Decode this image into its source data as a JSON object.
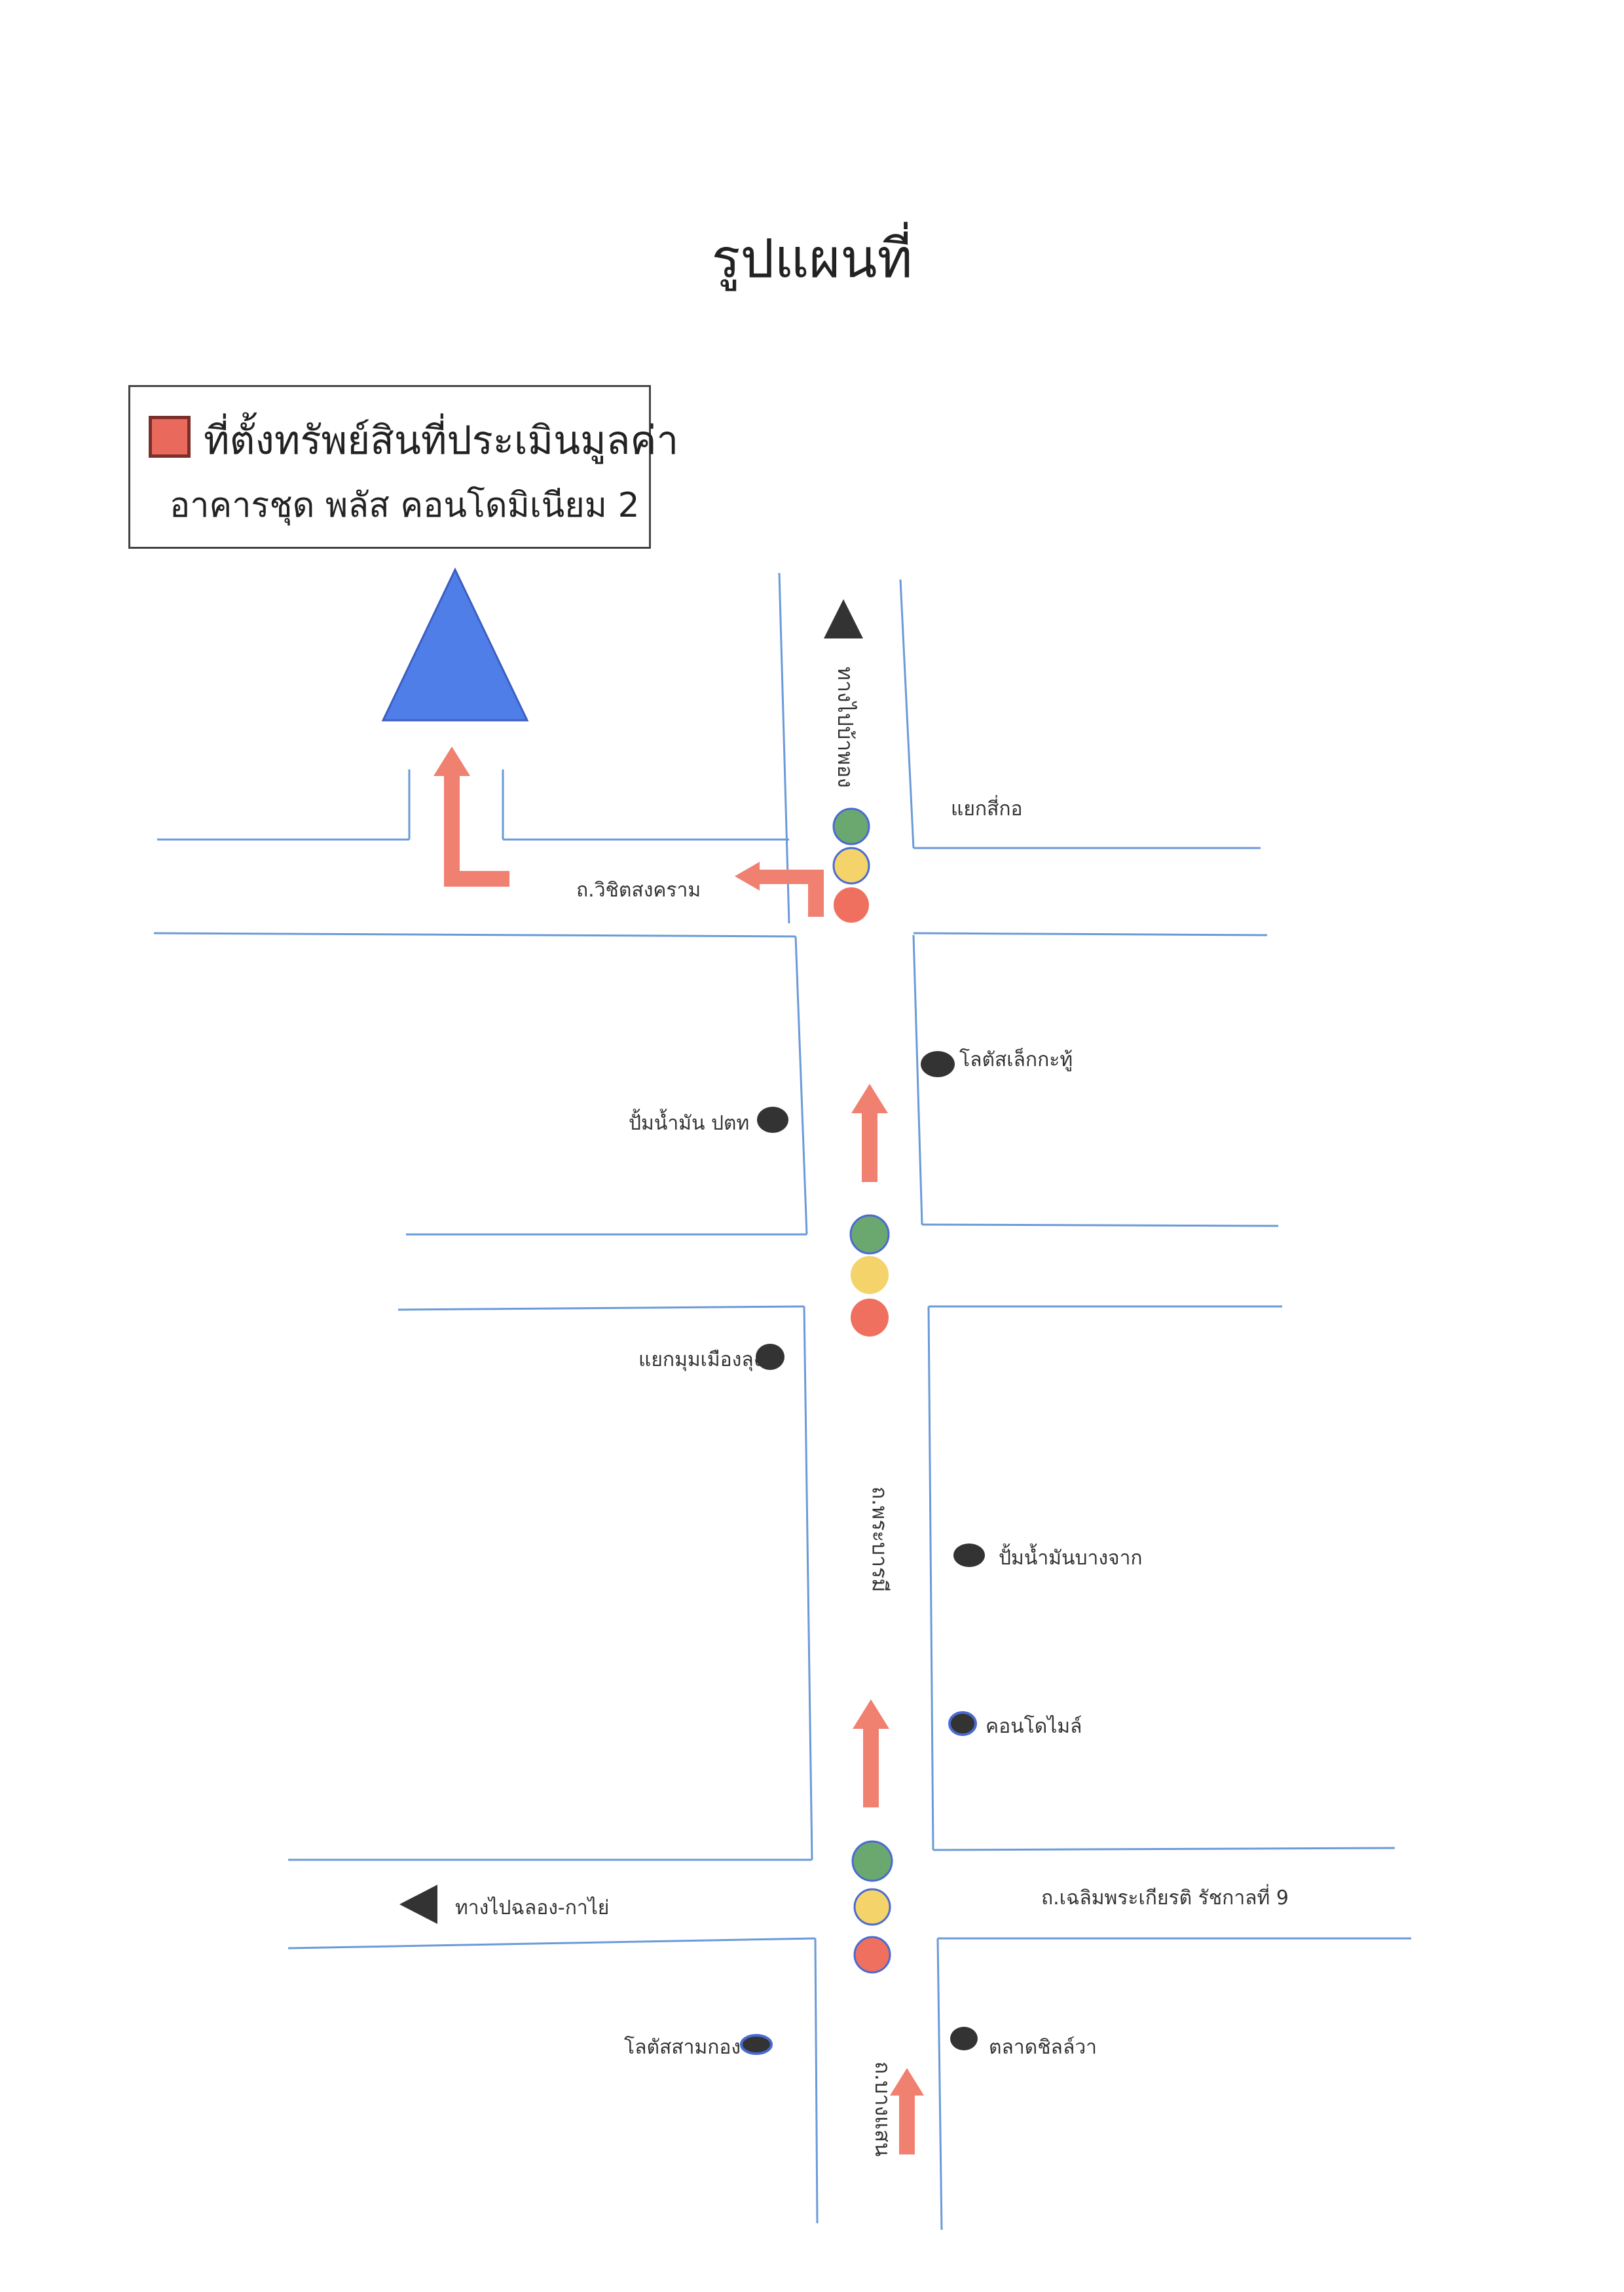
{
  "title": "รูปแผนที่",
  "legend": {
    "line1": "ที่ตั้งทรัพย์สินที่ประเมินมูลค่า",
    "line2": "อาคารชุด พลัส คอนโดมิเนียม 2",
    "swatch_color": "#e96a5c"
  },
  "labels": {
    "to_ban_pho": "ทางไปบ้าพอง",
    "sikor_junction": "แยกสี่กอ",
    "wichit_road": "ถ.วิชิตสงคราม",
    "lotus_kathu": "โลตัสเล็กกะทู้",
    "ptt_station": "ปั้มน้ำมัน ปตท",
    "muang_lung": "แยกมุมเมืองลุง",
    "phra_barami_road": "ถ.พระบารมี",
    "bangchak_station": "ปั้มน้ำมันบางจาก",
    "condo_mile": "คอนโดไมล์",
    "to_chalong_kathu": "ทางไปฉลอง-กาไย่",
    "chaloem_road": "ถ.เฉลิมพระเกียรติ รัชกาลที่ 9",
    "lotus_samkong": "โลตัสสามกอง",
    "silsa_market": "ตลาดชิลล์วา",
    "bottom_road": "ถ.บางแสน"
  },
  "colors": {
    "road_line": "#6a9ad8",
    "arrow": "#f08070",
    "target": "#4f7ee8",
    "light_green": "#6aa870",
    "light_yellow": "#f3d36a",
    "light_red": "#f07060",
    "landmark": "#333333"
  },
  "icons": [
    "target-triangle-icon",
    "north-arrow-icon",
    "west-arrow-icon",
    "route-arrow-icon",
    "traffic-light-icon",
    "landmark-dot-icon"
  ]
}
